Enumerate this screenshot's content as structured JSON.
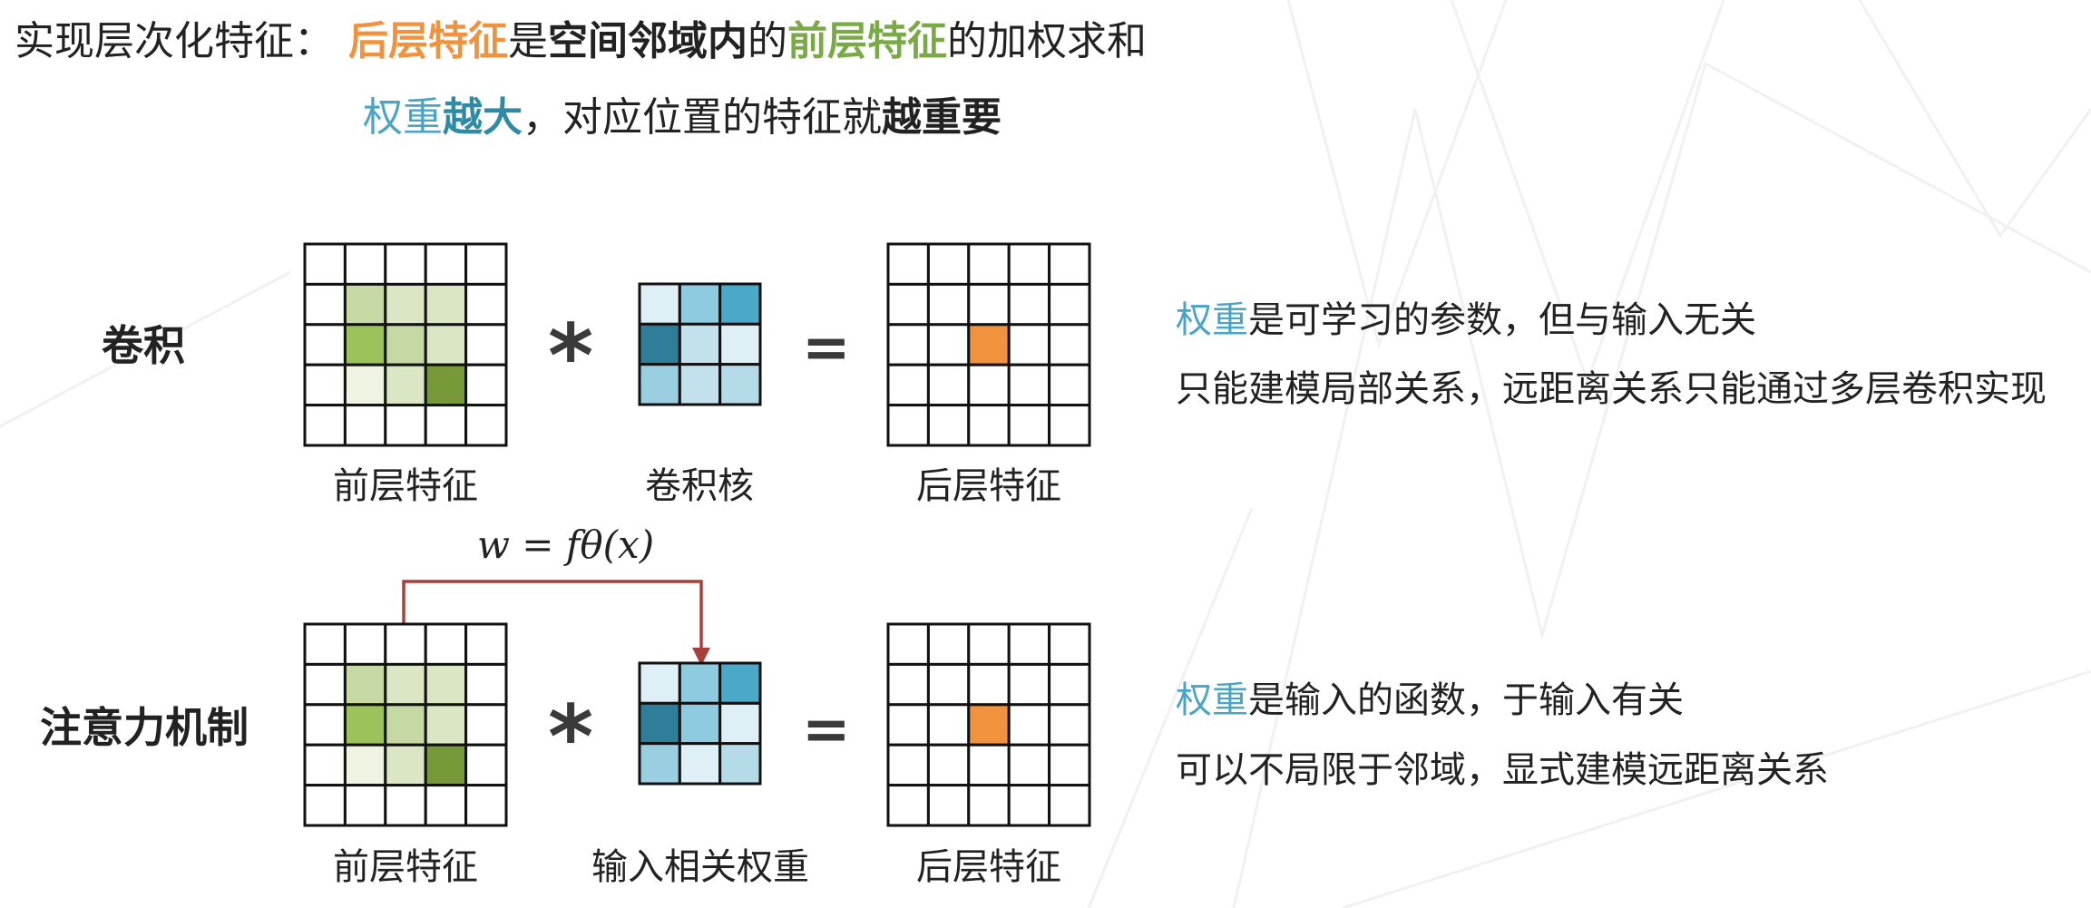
{
  "heading": {
    "prefix": "实现层次化特征：",
    "l1_a": "后层特征",
    "l1_b": "是",
    "l1_c": "空间邻域内",
    "l1_d": "的",
    "l1_e": "前层特征",
    "l1_f": "的加权求和",
    "l2_a": "权重",
    "l2_b": "越大",
    "l2_c": "，对应位置的特征就",
    "l2_d": "越重要"
  },
  "conv": {
    "label": "卷积",
    "input_caption": "前层特征",
    "kernel_caption": "卷积核",
    "output_caption": "后层特征",
    "op_star": "*",
    "op_eq": "=",
    "desc_a": "权重",
    "desc_b": "是可学习的参数，但与输入无关",
    "desc_line2": "只能建模局部关系，远距离关系只能通过多层卷积实现"
  },
  "attention": {
    "label": "注意力机制",
    "input_caption": "前层特征",
    "kernel_caption": "输入相关权重",
    "output_caption": "后层特征",
    "op_star": "*",
    "op_eq": "=",
    "desc_a": "权重",
    "desc_b": "是输入的函数，于输入有关",
    "desc_line2": "可以不局限于邻域，显式建模远距离关系"
  },
  "formula": "w = fθ(x)",
  "colors": {
    "orange": "#f0923e",
    "green": "#7aaa45",
    "teal": "#4aa4c4",
    "arrow": "#a8403a",
    "output_cell": "#f0923e"
  },
  "grids": {
    "input_5x5": [
      [
        "#ffffff",
        "#ffffff",
        "#ffffff",
        "#ffffff",
        "#ffffff"
      ],
      [
        "#ffffff",
        "#c6d9a4",
        "#dbe7c4",
        "#dbe7c4",
        "#ffffff"
      ],
      [
        "#ffffff",
        "#9cc25c",
        "#c6d9a4",
        "#dbe7c4",
        "#ffffff"
      ],
      [
        "#ffffff",
        "#eef3e2",
        "#dbe7c4",
        "#77993a",
        "#ffffff"
      ],
      [
        "#ffffff",
        "#ffffff",
        "#ffffff",
        "#ffffff",
        "#ffffff"
      ]
    ],
    "conv_kernel_3x3": [
      [
        "#deeff6",
        "#8fcbe0",
        "#4aa8c8"
      ],
      [
        "#2e7e99",
        "#c3e1ec",
        "#deeff6"
      ],
      [
        "#9acfe2",
        "#c3e1ec",
        "#b5dae8"
      ]
    ],
    "attn_kernel_3x3": [
      [
        "#deeff6",
        "#8fcbe0",
        "#4aa8c8"
      ],
      [
        "#2e7e99",
        "#8fcbe0",
        "#deeff6"
      ],
      [
        "#9acfe2",
        "#deeff6",
        "#b5dae8"
      ]
    ],
    "output_5x5": [
      [
        "#ffffff",
        "#ffffff",
        "#ffffff",
        "#ffffff",
        "#ffffff"
      ],
      [
        "#ffffff",
        "#ffffff",
        "#ffffff",
        "#ffffff",
        "#ffffff"
      ],
      [
        "#ffffff",
        "#ffffff",
        "#f0923e",
        "#ffffff",
        "#ffffff"
      ],
      [
        "#ffffff",
        "#ffffff",
        "#ffffff",
        "#ffffff",
        "#ffffff"
      ],
      [
        "#ffffff",
        "#ffffff",
        "#ffffff",
        "#ffffff",
        "#ffffff"
      ]
    ]
  }
}
